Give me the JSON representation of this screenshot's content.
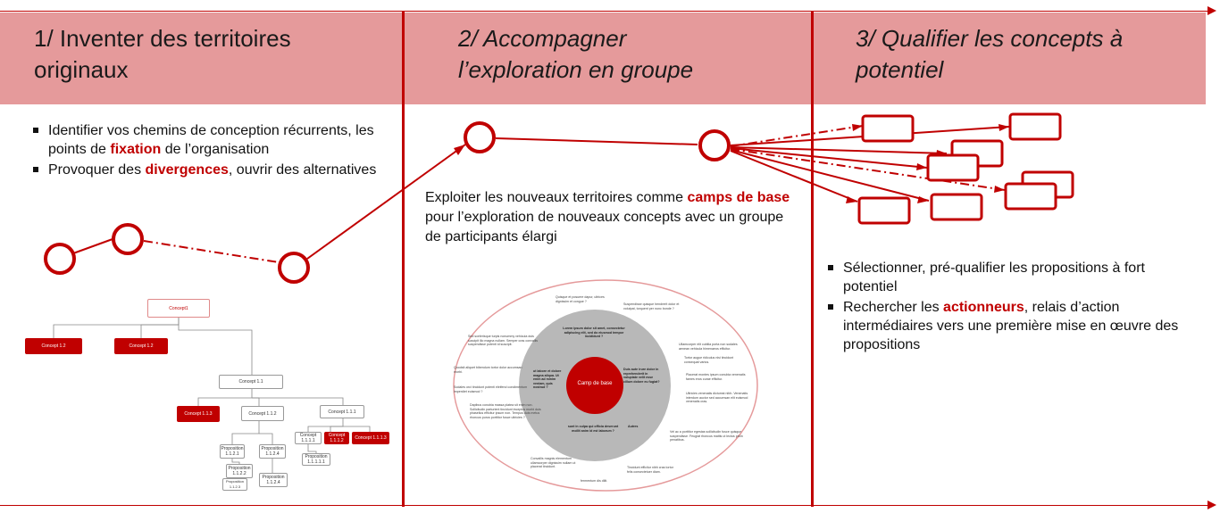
{
  "columns": [
    {
      "title_line1": "1/ Inventer des territoires",
      "title_line2": "originaux",
      "bullets": [
        {
          "before": "Identifier vos chemins de conception récurrents, les points de ",
          "highlight": "fixation",
          "after": " de l’organisation"
        },
        {
          "before": "Provoquer des ",
          "highlight": "divergences",
          "after": ", ouvrir des alternatives"
        }
      ]
    },
    {
      "title_line1": "2/ Accompagner",
      "title_line2": "l’exploration en groupe",
      "paragraph": {
        "before": "Exploiter les nouveaux territoires comme ",
        "highlight": "camps de base",
        "after": " pour l’exploration de nouveaux concepts avec un groupe de participants élargi"
      }
    },
    {
      "title_line1": "3/ Qualifier les concepts à",
      "title_line2": "potentiel",
      "bullets": [
        {
          "before": "Sélectionner, pré-qualifier les propositions à fort potentiel",
          "highlight": "",
          "after": ""
        },
        {
          "before": "Rechercher les ",
          "highlight": "actionneurs",
          "after": ", relais d’action intermédiaires vers une première mise en œuvre des propositions"
        }
      ]
    }
  ],
  "tree": {
    "root": "Concept1",
    "level1": [
      "Concept 1.2",
      "Concept 1.2",
      "Concept 1.1"
    ],
    "level2": [
      "Concept 1.1.3",
      "Concept 1.1.2",
      "Concept 1.1.1"
    ],
    "props_a": [
      "Proposition 1.1.2.1",
      "Proposition 1.1.2.2",
      "Proposition 1.1.2.3",
      "Proposition 1.1.2.4"
    ],
    "props_b": [
      "Concept 1.1.1.1",
      "Concept 1.1.1.2",
      "Concept 1.1.1.3",
      "Proposition 1.1.1.1.1"
    ]
  },
  "circle_diagram": {
    "center": "Camp de base",
    "ring_top": "Lorem ipsum dolor sit amet, consectetur adipiscing elit, sed do eiusmod tempor incididunt ?",
    "ring_left": "ut labore et dolore magna aliqua. Ut enim ad minim veniam, quis nostrud ?",
    "ring_right": "Duis aute irure dolor in reprehenderit in voluptate velit esse cillum dolore eu fugiat?",
    "ring_bottom": "sunt in culpa qui officia deserunt mollit anim id est laborum ?",
    "ring_bottom_right": "Autres",
    "outer_texts": [
      "Quisque et posuere dapur, ultrices dignissim et congue ?",
      "Suspendisse quisque hendrerit dolor et volutpat, torquent per nunc bonde ?",
      "Sed scelerisque turpis nonummy vehicula duis suscipit illo magna nullam. Semper cras convallis suspendisse potenti id suscipit.",
      "Ullamcorper elit cubilia porta non sodales aenean vehicula himenaeos efficitur.",
      "Tortor augue ridiculus nisi tincidunt consequat varius.",
      "Quodsit aliquet bibendum tortor dolor accumsan morbi.",
      "Placerat montes ipsum conubia venenatis fames eros curae efficitur.",
      "Sodales orci tincidunt potenti eleifend condimentum imperdiet euismod ?",
      "Ultricies venenatis dictumst nibh. Venenatis interdum auctor sed accumsan elit euismod venenatis cras.",
      "Dapibus conubia massa platea sit enim non. Sollicitudin parturient tincidunt inceptos morbi duis phasellus efficitur ipsum non. Tempus duis metus rhoncus purus porttitor fusce ultricies ?",
      "Vel ac a porttitor egestas sollicitudin fusce quisque suspendisse. Feugiat rhoncus mattis ut lectus proin penatibus.",
      "Convallis magnis elementum ullamcorper dignissim nullam ut placerat tincidunt.",
      "Tincidunt efficitur nibh cras tortor felis consectetuer diam.",
      "fermentum dis dilit."
    ]
  },
  "colors": {
    "accent": "#c00000",
    "band": "#e59a9b",
    "ring": "#b8b8b8"
  }
}
